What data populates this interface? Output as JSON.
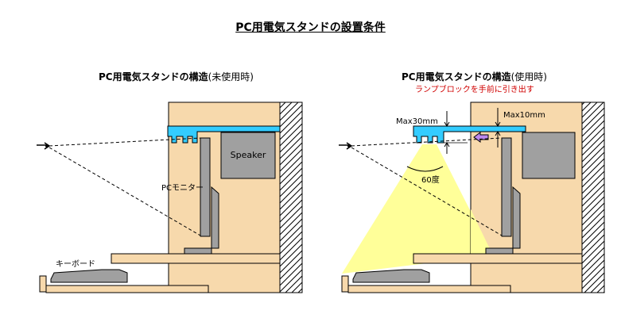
{
  "title": "PC用電気スタンドの設置条件",
  "left_panel": {
    "heading_main": "PC用電気スタンドの構造",
    "heading_sub": "(未使用時)",
    "speaker_label": "Speaker",
    "monitor_label": "PCモニター",
    "keyboard_label": "キーボード"
  },
  "right_panel": {
    "heading_main": "PC用電気スタンドの構造",
    "heading_sub": "(使用時)",
    "note": "ランプブロックを手前に引き出す",
    "max30_label": "Max30mm",
    "max10_label": "Max10mm",
    "angle_label": "60度"
  },
  "colors": {
    "desk": "#f7d9ac",
    "lamp": "#33ccff",
    "gray": "#a0a0a0",
    "light": "#ffff99",
    "arrow": "#bb88ee",
    "note": "#d00000"
  }
}
